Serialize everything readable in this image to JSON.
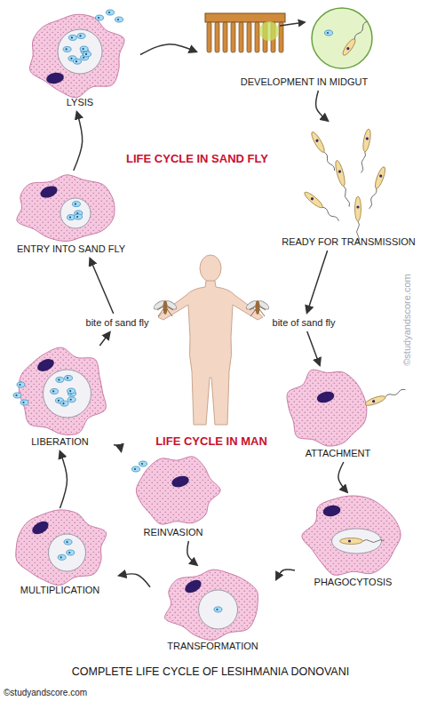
{
  "diagram": {
    "title": "COMPLETE LIFE CYCLE OF LESIHMANIA DONOVANI",
    "nodes": [
      {
        "text": [
          "LYSIS"
        ]
      },
      {
        "text": [
          "DEVELOPMENT IN MIDGUT"
        ]
      },
      {
        "text": [
          "READY FOR TRANSMISSION"
        ]
      },
      {
        "text": [
          "ENTRY INTO SAND FLY"
        ]
      },
      {
        "text": [
          "bite of sand fly"
        ]
      },
      {
        "text": [
          "bite of sand fly"
        ]
      },
      {
        "text": [
          "LIBERATION"
        ]
      },
      {
        "text": [
          "ATTACHMENT"
        ]
      },
      {
        "text": [
          "REINVASION"
        ]
      },
      {
        "text": [
          "PHAGOCYTOSIS"
        ]
      },
      {
        "text": [
          "MULTIPLICATION"
        ]
      },
      {
        "text": [
          "TRANSFORMATION"
        ]
      }
    ],
    "edges": [
      {
        "from": 0,
        "to": 1,
        "arrow": "to"
      },
      {
        "from": 1,
        "to": 2,
        "arrow": "to"
      },
      {
        "from": 2,
        "to": 5,
        "arrow": "to"
      },
      {
        "from": 5,
        "to": 7,
        "arrow": "to"
      },
      {
        "from": 7,
        "to": 9,
        "arrow": "to"
      },
      {
        "from": 9,
        "to": 11,
        "arrow": "to"
      },
      {
        "from": 11,
        "to": 10,
        "arrow": "to"
      },
      {
        "from": 10,
        "to": 6,
        "arrow": "to"
      },
      {
        "from": 6,
        "to": 8,
        "arrow": "to"
      },
      {
        "from": 8,
        "to": 11,
        "arrow": "to"
      },
      {
        "from": 6,
        "to": 4,
        "arrow": "to"
      },
      {
        "from": 4,
        "to": 3,
        "arrow": "to"
      },
      {
        "from": 3,
        "to": 0,
        "arrow": "to"
      }
    ],
    "labels": [
      "LIFE CYCLE IN SAND FLY",
      "LIFE CYCLE IN MAN",
      "©studyandscore.com",
      "©studyandscore.com"
    ]
  }
}
